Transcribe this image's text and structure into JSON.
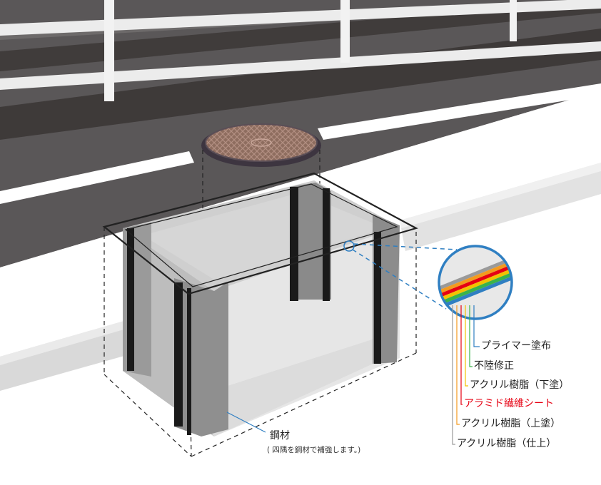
{
  "layers": [
    {
      "label": "プライマー塗布",
      "color": "#2f7fc2"
    },
    {
      "label": "不陸修正",
      "color": "#3ab34a"
    },
    {
      "label": "アクリル樹脂（下塗）",
      "color": "#f2c200"
    },
    {
      "label": "アラミド繊維シート",
      "color": "#e60012",
      "highlight": true
    },
    {
      "label": "アクリル樹脂（上塗）",
      "color": "#f39a1e"
    },
    {
      "label": "アクリル樹脂（仕上）",
      "color": "#9a9a9a"
    }
  ],
  "steel": {
    "label": "鋼材",
    "note": "( 四隅を鋼材で補強します。)"
  },
  "colors": {
    "asphalt": "#595757",
    "asphalt_dark": "#3e3a39",
    "lane": "#ffffff",
    "callout_blue": "#2f7fc2"
  }
}
